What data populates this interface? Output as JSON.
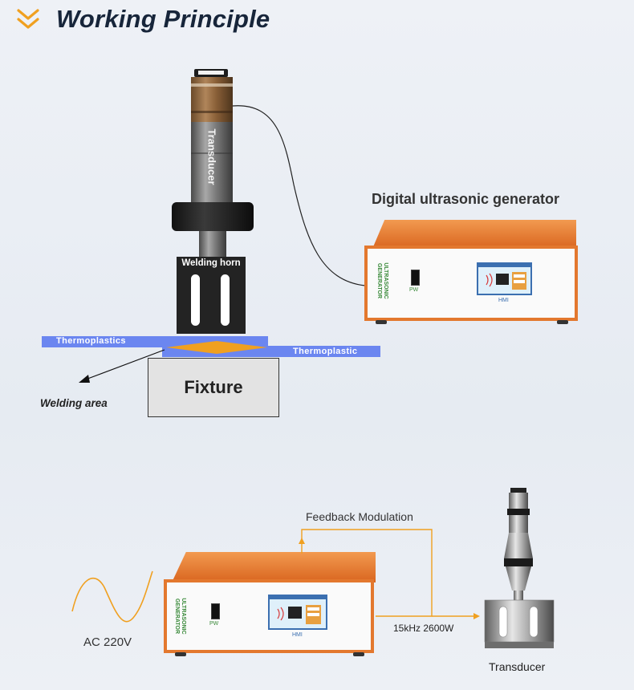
{
  "header": {
    "title": "Working Principle"
  },
  "top_diagram": {
    "generator_title": "Digital ultrasonic generator",
    "transducer_label": "Transducer",
    "horn_label": "Welding horn",
    "thermoplastics_upper": "Thermoplastics",
    "thermoplastic_lower": "Thermoplastic",
    "fixture_label": "Fixture",
    "welding_area_label": "Welding area",
    "generator": {
      "brand": "ULTRASONIC GENERATOR",
      "power_label": "PW",
      "hmi_label": "HMI"
    }
  },
  "bottom_diagram": {
    "feedback_label": "Feedback Modulation",
    "frequency_power_label": "15kHz 2600W",
    "ac_label": "AC 220V",
    "transducer_label": "Transducer",
    "generator": {
      "brand": "ULTRASONIC GENERATOR",
      "power_label": "PW",
      "hmi_label": "HMI"
    }
  },
  "colors": {
    "accent_orange": "#f0a020",
    "generator_orange": "#e3782e",
    "title_navy": "#17253a",
    "thermoplastic_blue": "#6b86f0",
    "fixture_gray": "#e3e3e3"
  }
}
